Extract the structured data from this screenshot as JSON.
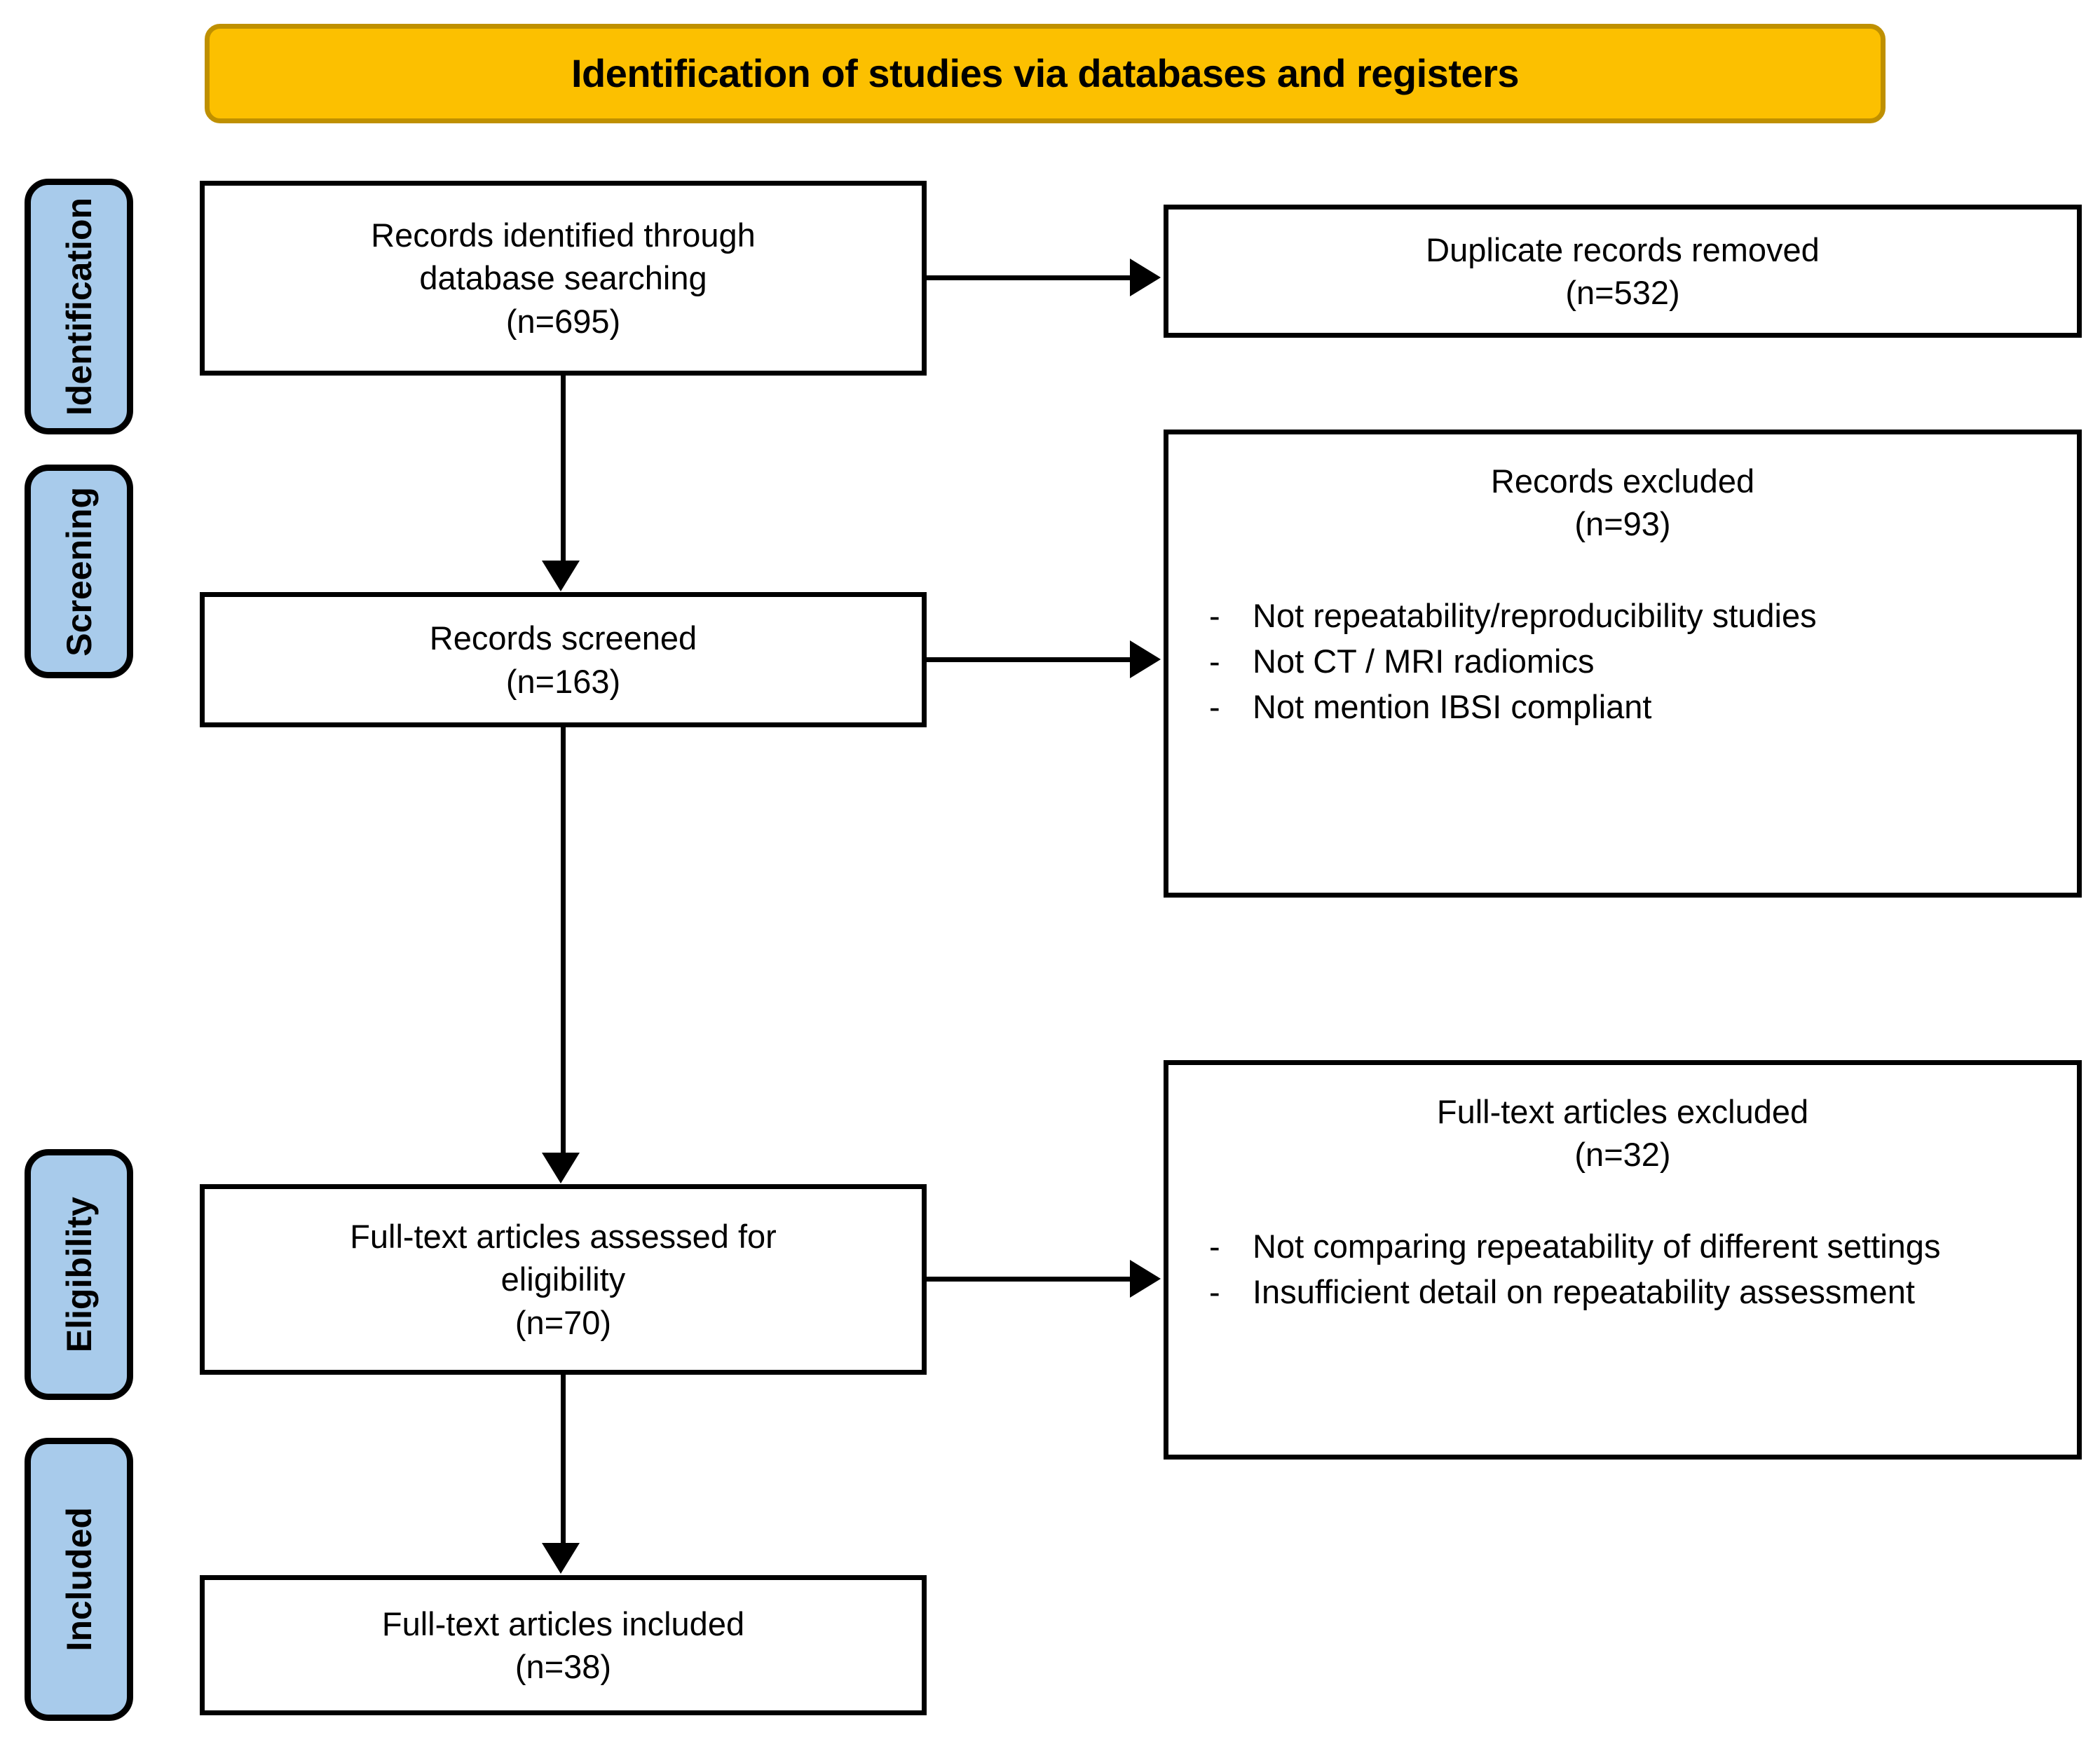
{
  "header": {
    "title": "Identification of studies via databases and registers",
    "fill_color": "#FCC000",
    "border_color": "#BF9000"
  },
  "stages": {
    "fill_color": "#A8CBEB",
    "border_color": "#000000",
    "items": [
      {
        "id": "identification",
        "label": "Identification"
      },
      {
        "id": "screening",
        "label": "Screening"
      },
      {
        "id": "eligibility",
        "label": "Eligibility"
      },
      {
        "id": "included",
        "label": "Included"
      }
    ]
  },
  "flow": {
    "identified": {
      "line1": "Records identified through",
      "line2": "database searching",
      "count": "(n=695)"
    },
    "duplicates": {
      "line1": "Duplicate records removed",
      "count": "(n=532)"
    },
    "screened": {
      "line1": "Records screened",
      "count": "(n=163)"
    },
    "records_excluded": {
      "line1": "Records excluded",
      "count": "(n=93)",
      "reasons": [
        "Not repeatability/reproducibility studies",
        "Not CT / MRI radiomics",
        "Not mention IBSI compliant"
      ]
    },
    "assessed": {
      "line1": "Full-text articles assessed for",
      "line2": "eligibility",
      "count": "(n=70)"
    },
    "fulltext_excluded": {
      "line1": "Full-text articles excluded",
      "count": "(n=32)",
      "reasons": [
        "Not comparing repeatability of different settings",
        "Insufficient detail on repeatability assessment"
      ]
    },
    "included": {
      "line1": "Full-text articles included",
      "count": "(n=38)"
    }
  },
  "bullet_marker": "-"
}
